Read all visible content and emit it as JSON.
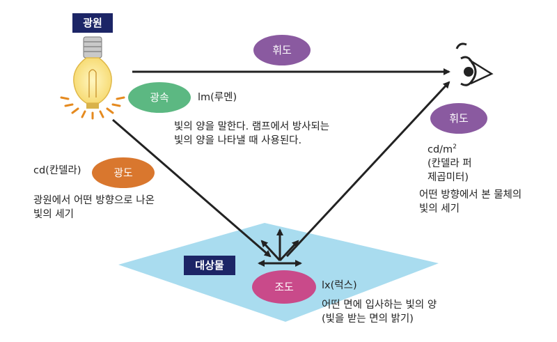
{
  "labels": {
    "light_source": "광원",
    "target": "대상물"
  },
  "ellipses": {
    "luminance_top": "휘도",
    "flux": "광속",
    "luminance_right": "휘도",
    "intensity": "광도",
    "illuminance": "조도"
  },
  "flux": {
    "unit": "lm(루멘)",
    "desc1": "빛의 양을 말한다. 램프에서 방사되는",
    "desc2": "빛의 양을 나타낼 때 사용된다."
  },
  "luminance": {
    "unit_main": "cd/m",
    "unit_sup": "2",
    "unit_name1": "(칸델라 퍼",
    "unit_name2": "제곱미터)",
    "desc1": "어떤 방향에서 본 물체의",
    "desc2": "빛의 세기"
  },
  "intensity": {
    "unit": "cd(칸델라)",
    "desc1": "광원에서 어떤 방향으로 나온",
    "desc2": "빛의 세기"
  },
  "illuminance": {
    "unit": "lx(럭스)",
    "desc1": "어떤 면에 입사하는 빛의 양",
    "desc2": "(빛을 받는 면의 밝기)"
  },
  "colors": {
    "navy_label": "#1c2566",
    "purple": "#8a5aa0",
    "green": "#5cb882",
    "orange": "#d9772e",
    "magenta": "#c94a8a",
    "plane": "#a9dcef"
  },
  "icons": [
    "light-bulb-icon",
    "eye-icon"
  ]
}
